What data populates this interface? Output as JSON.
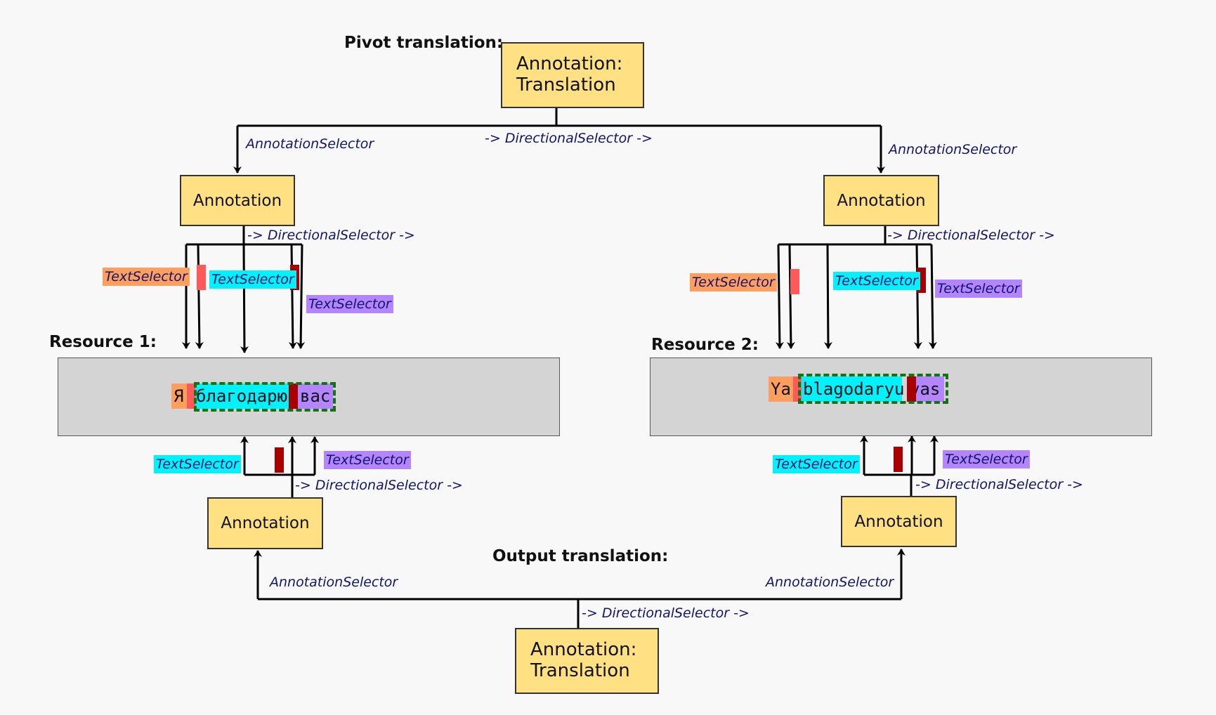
{
  "colors": {
    "box_fill": "#ffe082",
    "resource_fill": "#d4d4d4",
    "label_text": "#12146b",
    "orange": "#ff9f5f",
    "cyan": "#00f2ff",
    "purple": "#b385ff",
    "salmon_marker": "#ff5a5a",
    "darkred_marker": "#a80000",
    "dashed_outline": "#137313"
  },
  "pivot": {
    "heading": "Pivot translation:",
    "box_line1": "Annotation:",
    "box_line2": "Translation",
    "directional_label": "-> DirectionalSelector ->",
    "left_selector_label": "AnnotationSelector",
    "right_selector_label": "AnnotationSelector"
  },
  "upper_left": {
    "annotation_label": "Annotation",
    "directional_label": "-> DirectionalSelector ->",
    "tag_orange": "TextSelector",
    "tag_cyan": "TextSelector",
    "tag_purple": "TextSelector"
  },
  "upper_right": {
    "annotation_label": "Annotation",
    "directional_label": "-> DirectionalSelector ->",
    "tag_orange": "TextSelector",
    "tag_cyan": "TextSelector",
    "tag_purple": "TextSelector"
  },
  "resource1": {
    "heading": "Resource 1:",
    "tokens": [
      "Я",
      "благодарю",
      "вас"
    ]
  },
  "resource2": {
    "heading": "Resource 2:",
    "tokens": [
      "Ya",
      "blagodaryu",
      "vas"
    ]
  },
  "lower_left": {
    "annotation_label": "Annotation",
    "directional_label": "-> DirectionalSelector ->",
    "tag_cyan": "TextSelector",
    "tag_purple": "TextSelector"
  },
  "lower_right": {
    "annotation_label": "Annotation",
    "directional_label": "-> DirectionalSelector ->",
    "tag_cyan": "TextSelector",
    "tag_purple": "TextSelector"
  },
  "output": {
    "heading": "Output translation:",
    "box_line1": "Annotation:",
    "box_line2": "Translation",
    "directional_label": "-> DirectionalSelector ->",
    "left_selector_label": "AnnotationSelector",
    "right_selector_label": "AnnotationSelector"
  }
}
